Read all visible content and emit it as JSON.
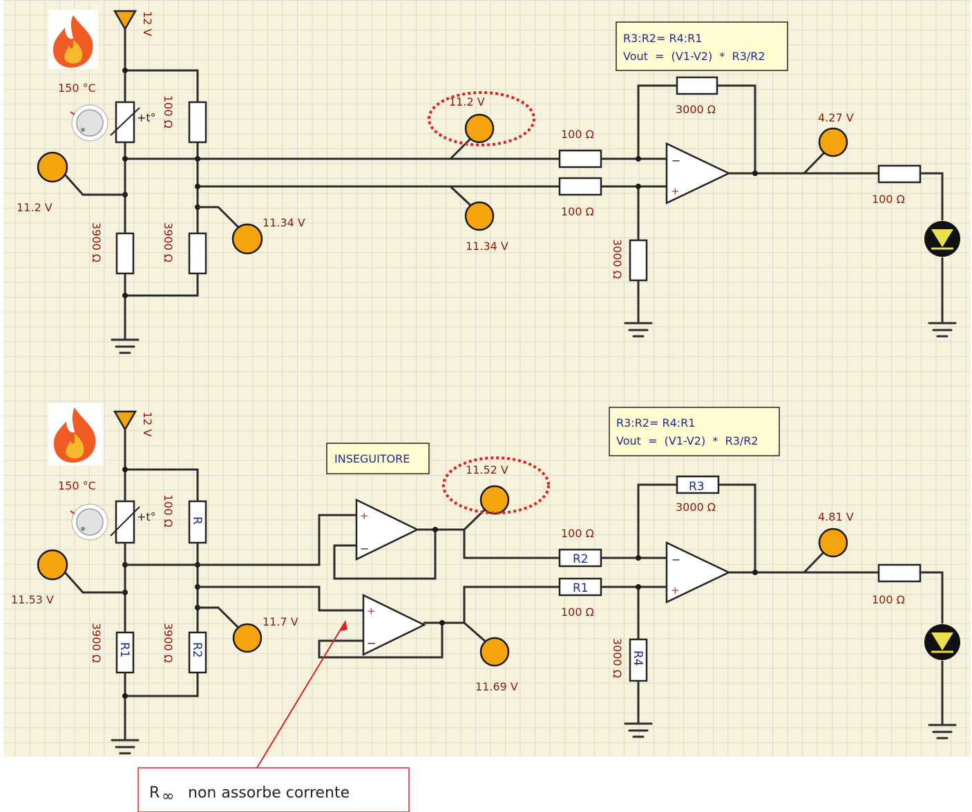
{
  "circuit_top": {
    "supply": "12 V",
    "temperature": "150 °C",
    "r_top_right": "100 Ω",
    "r_bottom_left": "3900 Ω",
    "r_bottom_right": "3900 Ω",
    "probe_left": "11.2 V",
    "probe_mid": "11.34 V",
    "probe_v1": "11.2 V",
    "probe_v2": "11.34 V",
    "r_in_upper": "100 Ω",
    "r_in_lower": "100 Ω",
    "r_feedback": "3000 Ω",
    "r_ground": "3000 Ω",
    "probe_out": "4.27 V",
    "r_led": "100 Ω",
    "formula_line1": "R3:R2= R4:R1",
    "formula_line2": "Vout  =  (V1-V2)  *  R3/R2"
  },
  "circuit_bottom": {
    "supply": "12 V",
    "temperature": "150 °C",
    "r_top_right": "100 Ω",
    "r_top_right_name": "R",
    "r_bottom_left": "3900 Ω",
    "r_bottom_left_name": "R1",
    "r_bottom_right": "3900 Ω",
    "r_bottom_right_name": "R2",
    "probe_left": "11.53 V",
    "probe_mid": "11.7 V",
    "follower_label": "INSEGUITORE",
    "probe_v1": "11.52 V",
    "probe_v2": "11.69 V",
    "r_in_upper": "100 Ω",
    "r_in_upper_name": "R2",
    "r_in_lower": "100 Ω",
    "r_in_lower_name": "R1",
    "r_feedback": "3000 Ω",
    "r_feedback_name": "R3",
    "r_ground": "3000 Ω",
    "r_ground_name": "R4",
    "probe_out": "4.81 V",
    "r_led": "100 Ω",
    "formula_line1": "R3:R2= R4:R1",
    "formula_line2": "Vout  =  (V1-V2)  *  R3/R2"
  },
  "callout": {
    "symbol": "R",
    "subscript": "∞",
    "text": "non assorbe corrente"
  },
  "colors": {
    "grid_bg": "#f6f2dc",
    "grid_line": "#d2d3cc",
    "probe": "#f5a40b",
    "label": "#8b1a0c",
    "highlight": "#e02020",
    "note_bg": "#fffbd0",
    "led": "#e8e14a"
  }
}
